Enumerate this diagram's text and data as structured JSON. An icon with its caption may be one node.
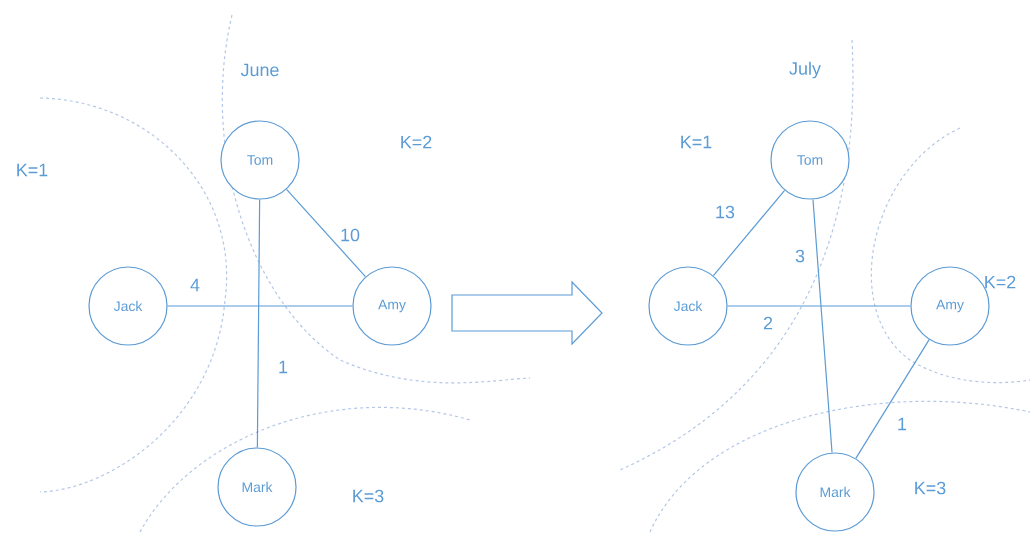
{
  "diagram": {
    "nodes": [
      {
        "text": [
          "Tom"
        ]
      },
      {
        "text": [
          "Jack"
        ]
      },
      {
        "text": [
          "Amy"
        ]
      },
      {
        "text": [
          "Mark"
        ]
      },
      {
        "text": [
          "Tom"
        ]
      },
      {
        "text": [
          "Jack"
        ]
      },
      {
        "text": [
          "Amy"
        ]
      },
      {
        "text": [
          "Mark"
        ]
      }
    ],
    "edges": [
      {
        "from": 1,
        "to": 2,
        "arrow": "none",
        "label": "4"
      },
      {
        "from": 0,
        "to": 2,
        "arrow": "none",
        "label": "10"
      },
      {
        "from": 0,
        "to": 3,
        "arrow": "none",
        "label": "1"
      },
      {
        "from": 5,
        "to": 4,
        "arrow": "none",
        "label": "13"
      },
      {
        "from": 4,
        "to": 7,
        "arrow": "none",
        "label": "3"
      },
      {
        "from": 5,
        "to": 6,
        "arrow": "none",
        "label": "2"
      },
      {
        "from": 6,
        "to": 7,
        "arrow": "none",
        "label": "1"
      }
    ],
    "labels": [
      "June",
      "K=1",
      "K=2",
      "K=3",
      "July",
      "K=1",
      "K=2",
      "K=3"
    ]
  }
}
